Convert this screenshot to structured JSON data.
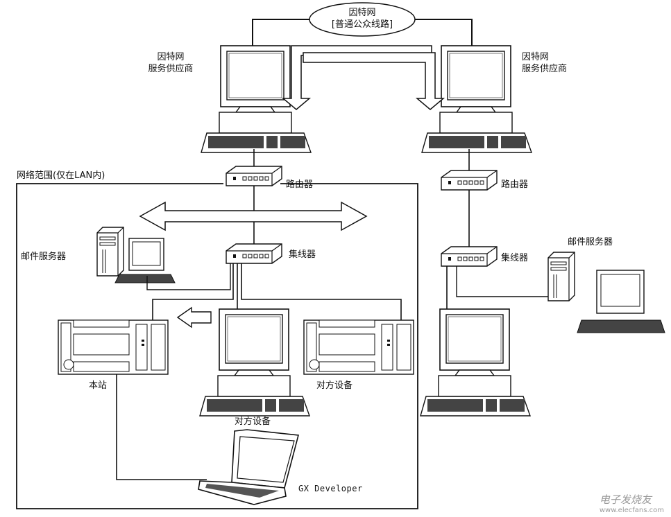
{
  "internet": {
    "line1": "因特网",
    "line2": "[普通公众线路]"
  },
  "isp_left": {
    "line1": "因特网",
    "line2": "服务供应商"
  },
  "isp_right": {
    "line1": "因特网",
    "line2": "服务供应商"
  },
  "lan_scope": "网络范围(仅在LAN内)",
  "router_left": "路由器",
  "router_right": "路由器",
  "hub_left": "集线器",
  "hub_right": "集线器",
  "mail_server_left": "邮件服务器",
  "mail_server_right": "邮件服务器",
  "local_station": "本站",
  "remote_device_a": "对方设备",
  "remote_device_b": "对方设备",
  "gx_developer": "GX Developer",
  "watermark": {
    "line1": "电子发烧友",
    "line2": "www.elecfans.com"
  }
}
